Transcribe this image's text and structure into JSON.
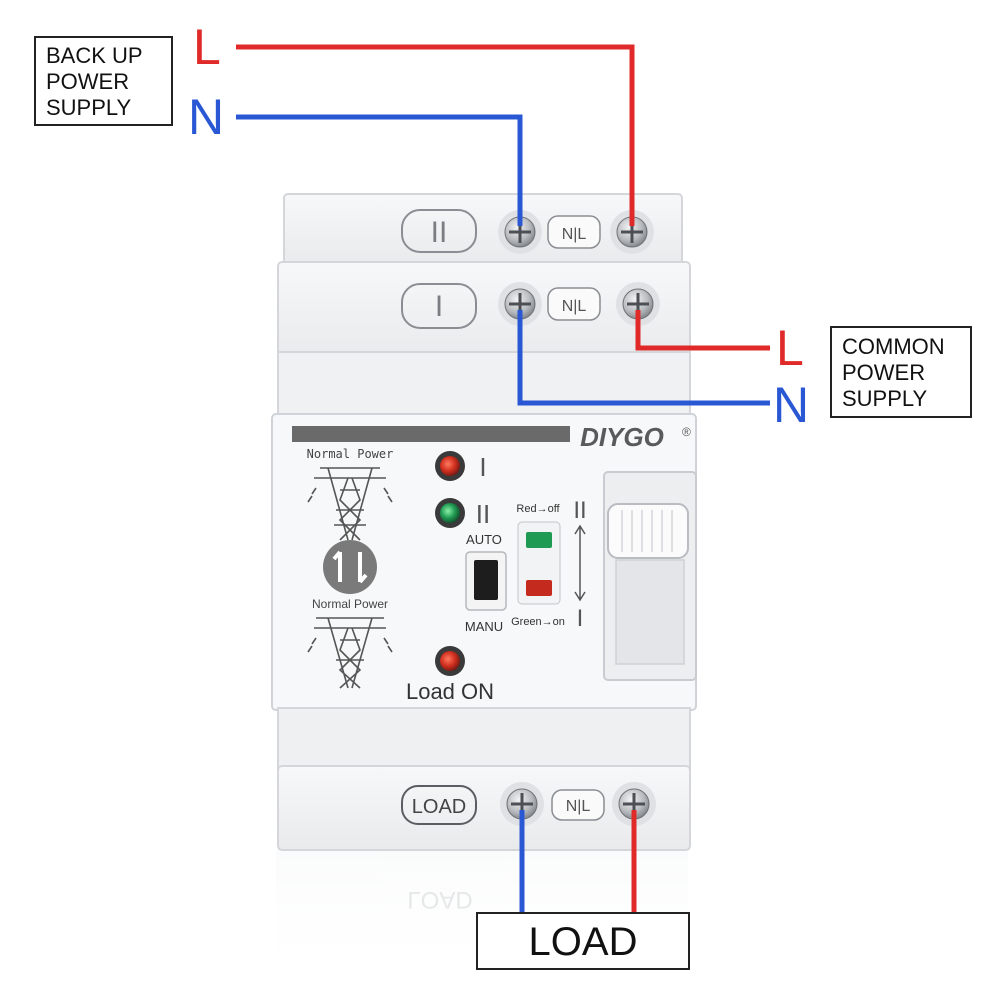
{
  "backup_supply": {
    "label_lines": [
      "BACK UP",
      "POWER",
      "SUPPLY"
    ],
    "live_letter": "L",
    "neutral_letter": "N"
  },
  "common_supply": {
    "label_lines": [
      "COMMON",
      "POWER",
      "SUPPLY"
    ],
    "live_letter": "L",
    "neutral_letter": "N"
  },
  "load_label": "LOAD",
  "device": {
    "brand": "DIYGO",
    "brand_mark": "®",
    "terminal_row_2_symbol": "II",
    "terminal_row_1_symbol": "I",
    "terminal_nl": "N|L",
    "load_terminal": "LOAD",
    "source_label_top": "Normal Power",
    "source_label_bottom": "Normal Power",
    "indicator_1": "I",
    "indicator_2": "II",
    "auto_label": "AUTO",
    "manu_label": "MANU",
    "red_off": "Red→off",
    "green_on": "Green→on",
    "scale_top": "II",
    "scale_bottom": "I",
    "load_on": "Load ON"
  },
  "colors": {
    "live_wire": "#e02a2a",
    "neutral_wire": "#2a58d4",
    "device_body": "#f3f4f6",
    "device_edge": "#d4d6da",
    "indicator_red": "#c42a1e",
    "indicator_green": "#1f9a52",
    "brand_dark": "#5a5a5a"
  }
}
